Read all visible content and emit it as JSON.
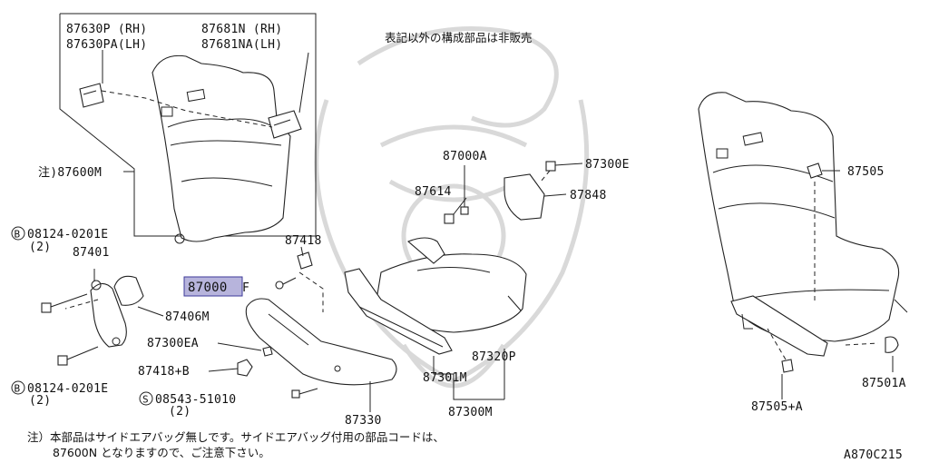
{
  "header_note": "表記以外の構成部品は非販売",
  "diagram_code": "A870C215",
  "footnote": {
    "line1": "注）本部品はサイドエアバッグ無しです。サイドエアバッグ付用の部品コードは、",
    "line2": "87600N となりますので、ご注意下さい。"
  },
  "labels": {
    "p87630P": "87630P (RH)",
    "p87630PA": "87630PA(LH)",
    "p87681N": "87681N (RH)",
    "p87681NA": "87681NA(LH)",
    "p87600M": "注)87600M",
    "p08124a": "08124-0201E",
    "p08124a_qty": "(2)",
    "p87401": "87401",
    "p87406M": "87406M",
    "p87300EA": "87300EA",
    "p87418B": "87418+B",
    "p08124b": "08124-0201E",
    "p08124b_qty": "(2)",
    "p08543": "08543-51010",
    "p08543_qty": "(2)",
    "p87330": "87330",
    "p87418": "87418",
    "p87000F_box": "87000",
    "p87000F_suffix": "F",
    "p87000A": "87000A",
    "p87614": "87614",
    "p87300E": "87300E",
    "p87848": "87848",
    "p87320P": "87320P",
    "p87301M": "87301M",
    "p87300M": "87300M",
    "p87505": "87505",
    "p87501A": "87501A",
    "p87505A": "87505+A"
  },
  "badges": {
    "b_symbol": "B",
    "s_symbol": "S"
  },
  "colors": {
    "highlight": "#b7b4dc",
    "line": "#222222",
    "watermark": "#d9d9d9"
  }
}
